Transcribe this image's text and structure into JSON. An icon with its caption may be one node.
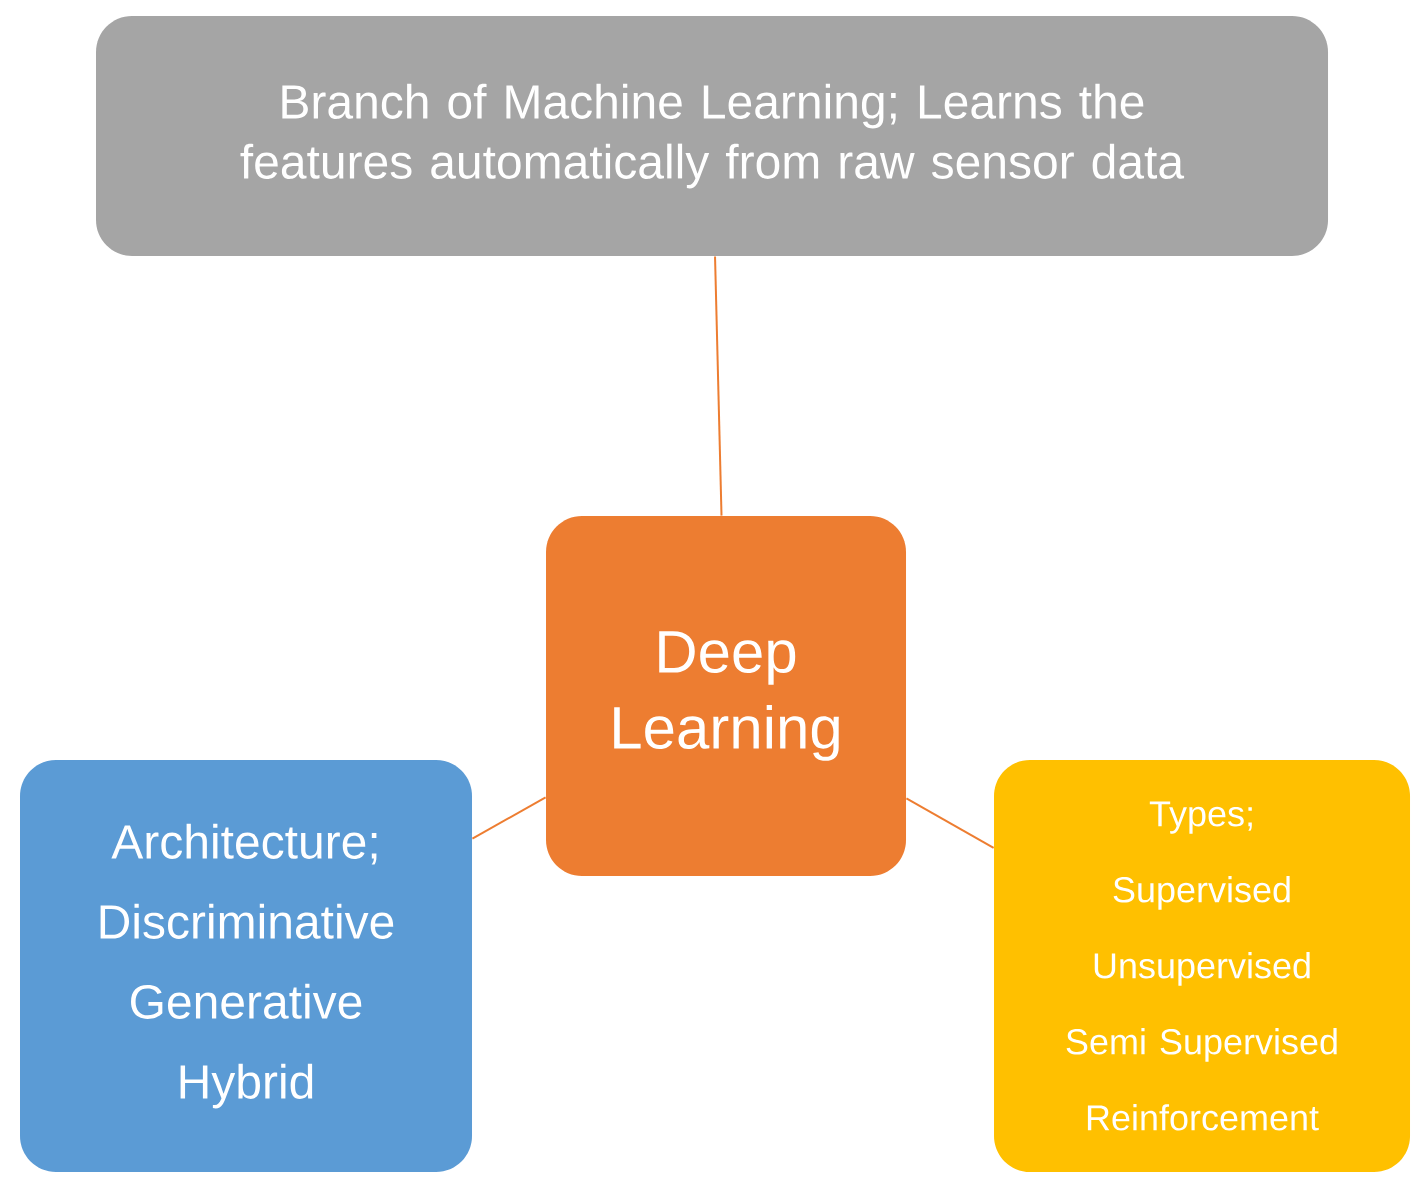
{
  "diagram": {
    "nodes": [
      {
        "text": [
          "Branch of Machine Learning; Learns the features automatically from raw sensor data"
        ]
      },
      {
        "text": [
          "Deep Learning"
        ]
      },
      {
        "text": [
          "Architecture;",
          "Discriminative",
          "Generative",
          "Hybrid"
        ]
      },
      {
        "text": [
          "Types;",
          "Supervised",
          "Unsupervised",
          "Semi Supervised",
          "Reinforcement"
        ]
      }
    ],
    "edges": [
      {
        "from": 0,
        "to": 1,
        "arrow": "none"
      },
      {
        "from": 1,
        "to": 2,
        "arrow": "none"
      },
      {
        "from": 1,
        "to": 3,
        "arrow": "none"
      }
    ]
  }
}
